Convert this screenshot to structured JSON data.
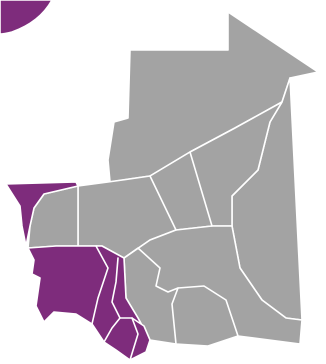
{
  "map": {
    "colors": {
      "base": "#a3a3a3",
      "highlight": "#7e2c7c",
      "border": "#ffffff",
      "background": "#ffffff"
    },
    "regions": [
      {
        "key": "north",
        "highlighted": false
      },
      {
        "key": "east",
        "highlighted": false
      },
      {
        "key": "center",
        "highlighted": false
      },
      {
        "key": "west-coast",
        "highlighted": false
      },
      {
        "key": "southeast",
        "highlighted": false
      },
      {
        "key": "northwest-coast",
        "highlighted": true
      },
      {
        "key": "southwest",
        "highlighted": true
      },
      {
        "key": "south-tip",
        "highlighted": true
      },
      {
        "key": "top-left-fragment",
        "highlighted": true
      }
    ]
  }
}
